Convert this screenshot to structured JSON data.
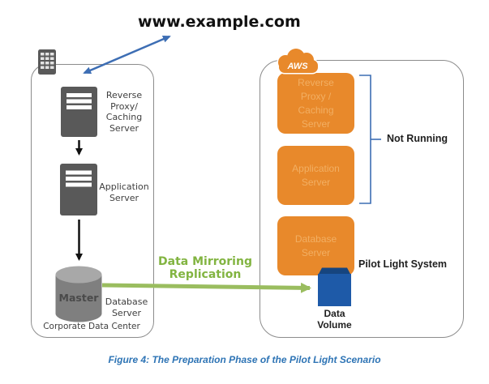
{
  "title": "www.example.com",
  "caption": "Figure 4: The Preparation Phase of the Pilot Light Scenario",
  "colors": {
    "orange": "#E8892B",
    "orange_text": "#F2AF63",
    "green_arrow": "#9ABD5F",
    "green_text": "#82B441",
    "blue_accent": "#3D6EB4",
    "volume_blue": "#1E5AA8",
    "volume_blue_dark": "#16457F",
    "server_gray": "#595959",
    "caption_blue": "#2E74B5"
  },
  "corporate_data_center": {
    "label": "Corporate Data Center",
    "nodes": [
      {
        "icon": "server-icon",
        "label": "Reverse\nProxy/\nCaching\nServer"
      },
      {
        "icon": "server-icon",
        "label": "Application\nServer"
      },
      {
        "icon": "database-cylinder-icon",
        "label": "Database\nServer",
        "badge": "Master"
      }
    ]
  },
  "aws": {
    "cloud_label": "AWS",
    "nodes": [
      {
        "label": "Reverse\nProxy /\nCaching\nServer"
      },
      {
        "label": "Application\nServer"
      },
      {
        "label": "Database\nServer"
      }
    ],
    "not_running_label": "Not Running",
    "pilot_light_label": "Pilot Light System",
    "data_volume_label": "Data\nVolume"
  },
  "replication": {
    "label": "Data Mirroring\nReplication"
  }
}
